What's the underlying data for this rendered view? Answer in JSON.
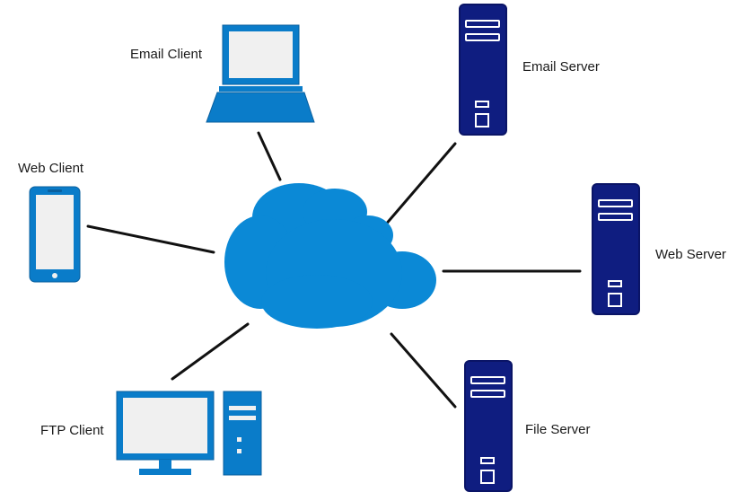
{
  "nodes": {
    "email_client": {
      "label": "Email Client",
      "icon": "laptop-icon"
    },
    "web_client": {
      "label": "Web Client",
      "icon": "smartphone-icon"
    },
    "ftp_client": {
      "label": "FTP Client",
      "icon": "desktop-computer-icon"
    },
    "email_server": {
      "label": "Email Server",
      "icon": "server-icon"
    },
    "web_server": {
      "label": "Web Server",
      "icon": "server-icon"
    },
    "file_server": {
      "label": "File Server",
      "icon": "server-icon"
    },
    "network": {
      "label": "",
      "icon": "cloud-icon"
    }
  },
  "colors": {
    "client_blue": "#0a7cc9",
    "client_light": "#f0f0f0",
    "server_navy": "#0f1d80",
    "server_outline": "#0a1466",
    "cloud": "#0b89d6",
    "link": "#111111"
  }
}
